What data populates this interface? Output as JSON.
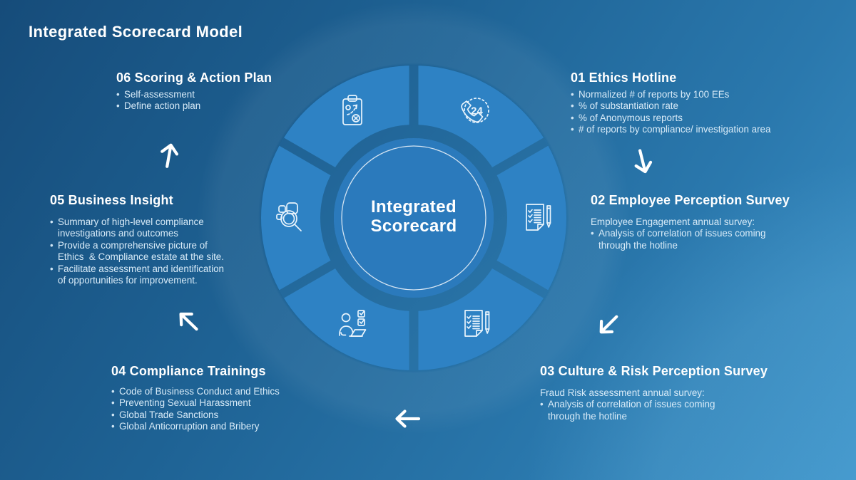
{
  "slide": {
    "title": "Integrated Scorecard Model"
  },
  "center": {
    "line1": "Integrated",
    "line2": "Scorecard"
  },
  "sections": {
    "s01": {
      "heading": "01 Ethics Hotline",
      "bullets": [
        "Normalized # of reports by 100 EEs",
        "% of substantiation rate",
        "% of Anonymous reports",
        "# of reports by compliance/ investigation area"
      ]
    },
    "s02": {
      "heading": "02 Employee Perception Survey",
      "intro": "Employee Engagement annual survey:",
      "bullets": [
        "Analysis of correlation of issues coming\nthrough the hotline"
      ]
    },
    "s03": {
      "heading": "03 Culture & Risk Perception Survey",
      "intro": "Fraud Risk assessment annual survey:",
      "bullets": [
        "Analysis of correlation of issues coming\nthrough the hotline"
      ]
    },
    "s04": {
      "heading": "04 Compliance Trainings",
      "bullets": [
        "Code of Business Conduct and Ethics",
        "Preventing Sexual Harassment",
        "Global Trade Sanctions",
        "Global Anticorruption and Bribery"
      ]
    },
    "s05": {
      "heading": "05 Business Insight",
      "bullets": [
        "Summary of high-level compliance\ninvestigations and outcomes",
        "Provide a comprehensive picture of\nEthics  & Compliance estate at the site.",
        "Facilitate assessment and identification\nof opportunities for improvement."
      ]
    },
    "s06": {
      "heading": "06 Scoring & Action Plan",
      "bullets": [
        "Self-assessment",
        "Define action plan"
      ]
    }
  },
  "icons": {
    "phone24_label": "24"
  },
  "colors": {
    "background_dark": "#164c7a",
    "background_light": "#3c92c8",
    "segment_blue": "#2e82c4",
    "center_circle_blue": "#2b7abc",
    "heading_text": "#ffffff",
    "body_text": "#d8ebf8"
  }
}
